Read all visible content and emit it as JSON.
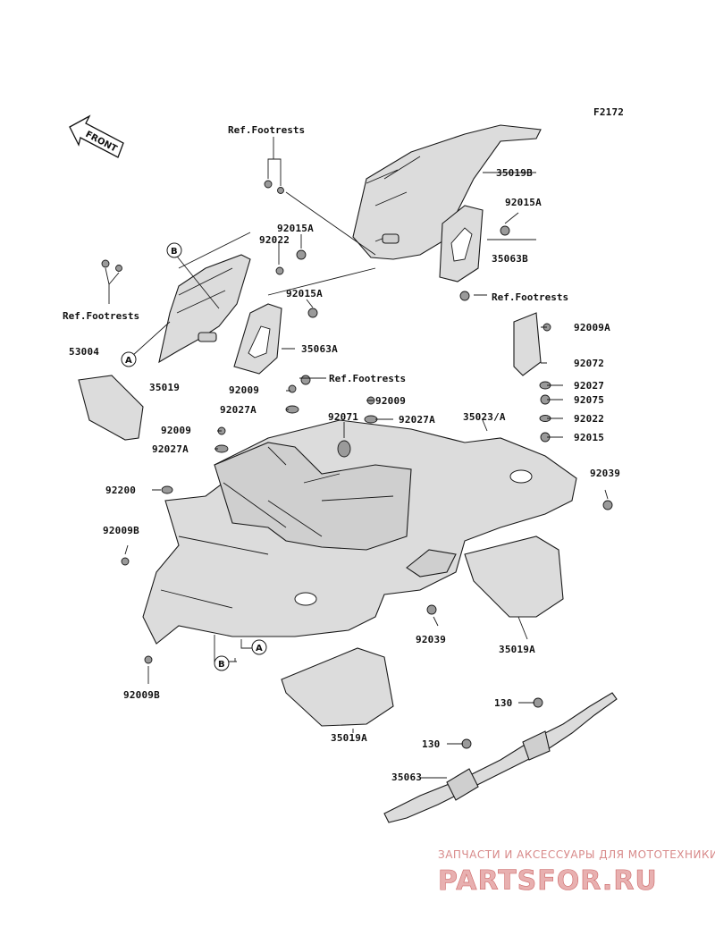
{
  "diagram": {
    "figure_code": "F2172",
    "front_label": "FRONT",
    "callouts": {
      "a": "A",
      "b": "B"
    },
    "labels": {
      "ref_top": "Ref.Footrests",
      "p35019B": "35019B",
      "p92015A_r": "92015A",
      "p35063B": "35063B",
      "ref_right": "Ref.Footrests",
      "p92015A_1": "92015A",
      "p92022_l": "92022",
      "p92015A_2": "92015A",
      "ref_left": "Ref.Footrests",
      "p35063A": "35063A",
      "ref_mid": "Ref.Footrests",
      "p53004": "53004",
      "p35019": "35019",
      "p92009_1": "92009",
      "p92027A_1": "92027A",
      "p92071": "92071",
      "p92009_2": "92009",
      "p92027A_2": "92027A",
      "p35023A": "35023/A",
      "p92009A": "92009A",
      "p92072": "92072",
      "p92027": "92027",
      "p92075": "92075",
      "p92022_r": "92022",
      "p92015": "92015",
      "p92009_3": "92009",
      "p92027A_3": "92027A",
      "p92200": "92200",
      "p92039_r": "92039",
      "p92009B_1": "92009B",
      "p92039_b": "92039",
      "p35019A_r": "35019A",
      "p92009B_2": "92009B",
      "p35019A_b": "35019A",
      "p130_1": "130",
      "p130_2": "130",
      "p35063": "35063"
    }
  },
  "watermark": {
    "line1": "ЗАПЧАСТИ И АКСЕССУАРЫ ДЛЯ МОТОТЕХНИКИ",
    "line2": "PARTSFOR.RU"
  }
}
